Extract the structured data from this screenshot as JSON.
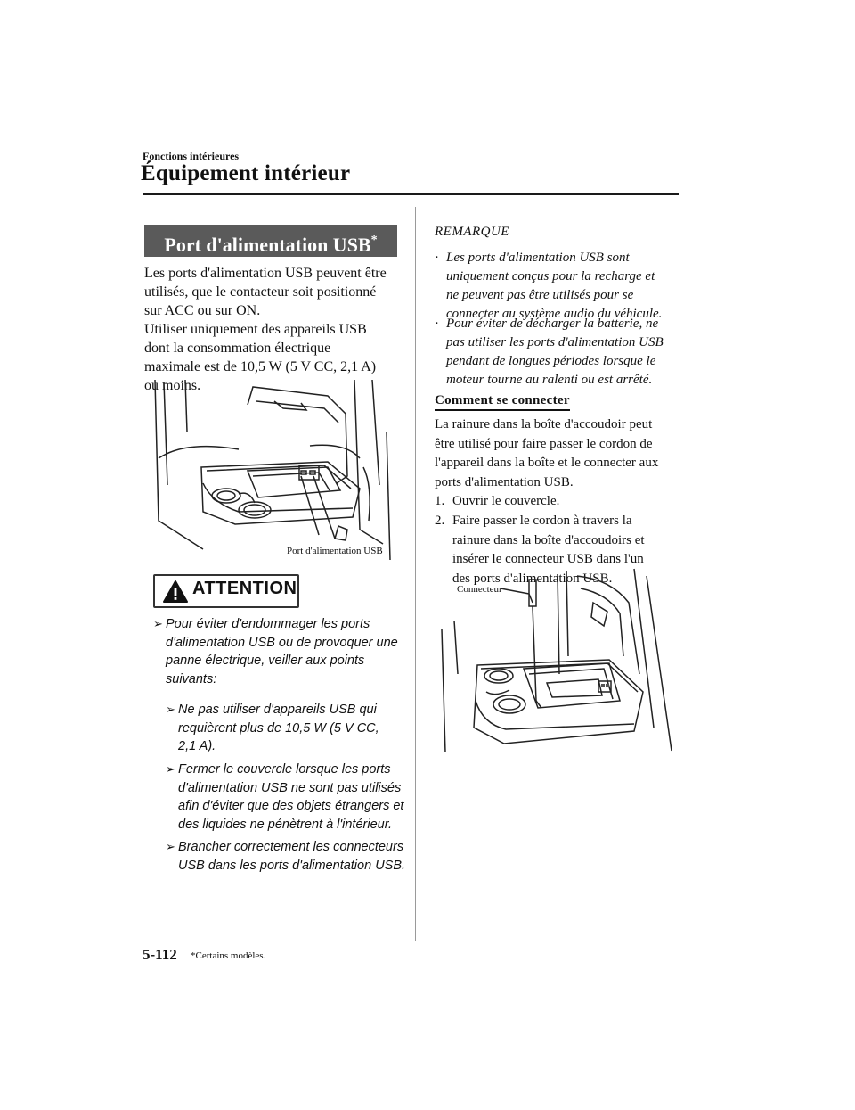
{
  "header": {
    "breadcrumb": "Fonctions intérieures",
    "title": "Équipement intérieur"
  },
  "section": {
    "title": "Port d'alimentation USB",
    "title_marker": "*"
  },
  "intro_lines": [
    "Les ports d'alimentation USB peuvent être",
    "utilisés, que le contacteur soit positionné",
    "sur ACC ou sur ON.",
    "Utiliser uniquement des appareils USB",
    "dont la consommation électrique",
    "maximale est de 10,5 W (5 V CC, 2,1 A)",
    "ou moins."
  ],
  "figure1": {
    "caption": "Port d'alimentation USB"
  },
  "attention": {
    "label": "ATTENTION",
    "main_lines": [
      "Pour éviter d'endommager les ports",
      "d'alimentation USB ou de provoquer une",
      "panne électrique, veiller aux points",
      "suivants:"
    ],
    "sub_items": [
      [
        "Ne pas utiliser d'appareils USB qui",
        "requièrent plus de 10,5 W (5 V CC,",
        "2,1 A)."
      ],
      [
        "Fermer le couvercle lorsque les ports",
        "d'alimentation USB ne sont pas utilisés",
        "afin d'éviter que des objets étrangers et",
        "des liquides ne pénètrent à l'intérieur."
      ],
      [
        "Brancher correctement les connecteurs",
        "USB dans les ports d'alimentation USB."
      ]
    ]
  },
  "remark": {
    "label": "REMARQUE",
    "items": [
      [
        "Les ports d'alimentation USB sont",
        "uniquement conçus pour la recharge et",
        "ne peuvent pas être utilisés pour se",
        "connecter au système audio du véhicule."
      ],
      [
        "Pour éviter de décharger la batterie, ne",
        "pas utiliser les ports d'alimentation USB",
        "pendant de longues périodes lorsque le",
        "moteur tourne au ralenti ou est arrêté."
      ]
    ]
  },
  "connect": {
    "heading": "Comment se connecter",
    "lines": [
      "La rainure dans la boîte d'accoudoir peut",
      "être utilisé pour faire passer le cordon de",
      "l'appareil dans la boîte et le connecter aux",
      "ports d'alimentation USB."
    ],
    "steps": [
      {
        "num": "1.",
        "lines": [
          "Ouvrir le couvercle."
        ]
      },
      {
        "num": "2.",
        "lines": [
          "Faire passer le cordon à travers la",
          "rainure dans la boîte d'accoudoirs et",
          "insérer le connecteur USB dans l'un",
          "des ports d'alimentation USB."
        ]
      }
    ]
  },
  "figure2": {
    "caption": "Connecteur"
  },
  "footer": {
    "page_number": "5-112",
    "footnote": "*Certains modèles."
  }
}
